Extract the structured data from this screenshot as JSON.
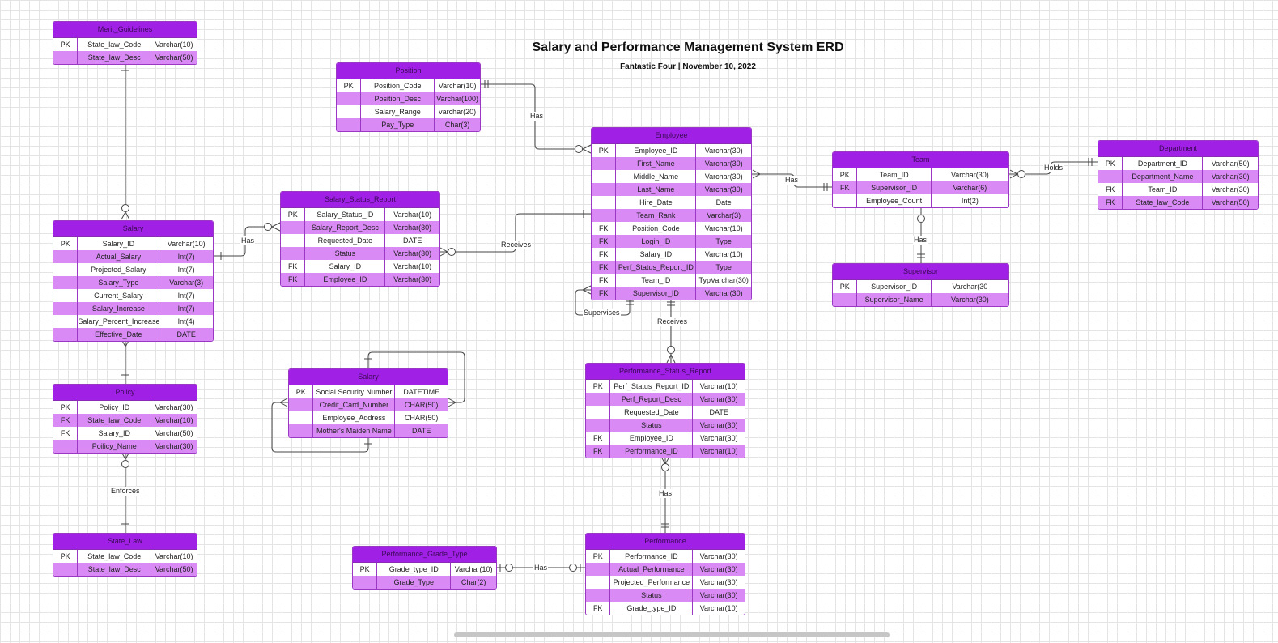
{
  "title": "Salary and Performance Management System ERD",
  "subtitle": "Fantastic Four  |  November 10, 2022",
  "entities": [
    {
      "id": "merit-guidelines",
      "name": "Merit_Guidelines",
      "rows": [
        [
          "PK",
          "State_law_Code",
          "Varchar(10)"
        ],
        [
          "",
          "State_law_Desc",
          "Varchar(50)"
        ]
      ]
    },
    {
      "id": "position",
      "name": "Position",
      "rows": [
        [
          "PK",
          "Position_Code",
          "Varchar(10)"
        ],
        [
          "",
          "Position_Desc",
          "Varchar(100)"
        ],
        [
          "",
          "Salary_Range",
          "varchar(20)"
        ],
        [
          "",
          "Pay_Type",
          "Char(3)"
        ]
      ]
    },
    {
      "id": "employee",
      "name": "Employee",
      "rows": [
        [
          "PK",
          "Employee_ID",
          "Varchar(30)"
        ],
        [
          "",
          "First_Name",
          "Varchar(30)"
        ],
        [
          "",
          "Middle_Name",
          "Varchar(30)"
        ],
        [
          "",
          "Last_Name",
          "Varchar(30)"
        ],
        [
          "",
          "Hire_Date",
          "Date"
        ],
        [
          "",
          "Team_Rank",
          "Varchar(3)"
        ],
        [
          "FK",
          "Position_Code",
          "Varchar(10)"
        ],
        [
          "FK",
          "Login_ID",
          "Type"
        ],
        [
          "FK",
          "Salary_ID",
          "Varchar(10)"
        ],
        [
          "FK",
          "Perf_Status_Report_ID",
          "Type"
        ],
        [
          "FK",
          "Team_ID",
          "TypVarchar(30)"
        ],
        [
          "FK",
          "Supervisor_ID",
          "Varchar(30)"
        ]
      ]
    },
    {
      "id": "team",
      "name": "Team",
      "rows": [
        [
          "PK",
          "Team_ID",
          "Varchar(30)"
        ],
        [
          "FK",
          "Supervisor_ID",
          "Varchar(6)"
        ],
        [
          "",
          "Employee_Count",
          "Int(2)"
        ]
      ]
    },
    {
      "id": "department",
      "name": "Department",
      "rows": [
        [
          "PK",
          "Department_ID",
          "Varchar(50)"
        ],
        [
          "",
          "Department_Name",
          "Varchar(30)"
        ],
        [
          "FK",
          "Team_ID",
          "Varchar(30)"
        ],
        [
          "FK",
          "State_law_Code",
          "Varchar(50)"
        ]
      ]
    },
    {
      "id": "supervisor",
      "name": "Supervisor",
      "rows": [
        [
          "PK",
          "Supervisor_ID",
          "Varchar(30"
        ],
        [
          "",
          "Supervisor_Name",
          "Varchar(30)"
        ]
      ]
    },
    {
      "id": "salary-status-report",
      "name": "Salary_Status_Report",
      "rows": [
        [
          "PK",
          "Salary_Status_ID",
          "Varchar(10)"
        ],
        [
          "",
          "Salary_Report_Desc",
          "Varchar(30)"
        ],
        [
          "",
          "Requested_Date",
          "DATE"
        ],
        [
          "",
          "Status",
          "Varchar(30)"
        ],
        [
          "FK",
          "Salary_ID",
          "Varchar(10)"
        ],
        [
          "FK",
          "Employee_ID",
          "Varchar(30)"
        ]
      ]
    },
    {
      "id": "salary",
      "name": "Salary",
      "rows": [
        [
          "PK",
          "Salary_ID",
          "Varchar(10)"
        ],
        [
          "",
          "Actual_Salary",
          "Int(7)"
        ],
        [
          "",
          "Projected_Salary",
          "Int(7)"
        ],
        [
          "",
          "Salary_Type",
          "Varchar(3)"
        ],
        [
          "",
          "Current_Salary",
          "Int(7)"
        ],
        [
          "",
          "Salary_Increase",
          "Int(7)"
        ],
        [
          "",
          "Salary_Percent_Increase",
          "Int(4)"
        ],
        [
          "",
          "Effective_Date",
          "DATE"
        ]
      ]
    },
    {
      "id": "salary-private",
      "name": "Salary",
      "rows": [
        [
          "PK",
          "Social Security Number",
          "DATETIME"
        ],
        [
          "",
          "Credit_Card_Number",
          "CHAR(50)"
        ],
        [
          "",
          "Employee_Address",
          "CHAR(50)"
        ],
        [
          "",
          "Mother's Maiden Name",
          "DATE"
        ]
      ]
    },
    {
      "id": "policy",
      "name": "Policy",
      "rows": [
        [
          "PK",
          "Policy_ID",
          "Varchar(30)"
        ],
        [
          "FK",
          "State_law_Code",
          "Varchar(10)"
        ],
        [
          "FK",
          "Salary_ID",
          "Varchar(50)"
        ],
        [
          "",
          "Poilicy_Name",
          "Varchar(30)"
        ]
      ]
    },
    {
      "id": "state-law",
      "name": "State_Law",
      "rows": [
        [
          "PK",
          "State_law_Code",
          "Varchar(10)"
        ],
        [
          "",
          "State_law_Desc",
          "Varchar(50)"
        ]
      ]
    },
    {
      "id": "performance-status-report",
      "name": "Performance_Status_Report",
      "rows": [
        [
          "PK",
          "Perf_Status_Report_ID",
          "Varchar(10)"
        ],
        [
          "",
          "Perf_Report_Desc",
          "Varchar(30)"
        ],
        [
          "",
          "Requested_Date",
          "DATE"
        ],
        [
          "",
          "Status",
          "Varchar(30)"
        ],
        [
          "FK",
          "Employee_ID",
          "Varchar(30)"
        ],
        [
          "FK",
          "Performance_ID",
          "Varchar(10)"
        ]
      ]
    },
    {
      "id": "performance",
      "name": "Performance",
      "rows": [
        [
          "PK",
          "Performance_ID",
          "Varchar(30)"
        ],
        [
          "",
          "Actual_Performance",
          "Varchar(30)"
        ],
        [
          "",
          "Projected_Performance",
          "Varchar(30)"
        ],
        [
          "",
          "Status",
          "Varchar(30)"
        ],
        [
          "FK",
          "Grade_type_ID",
          "Varchar(10)"
        ]
      ]
    },
    {
      "id": "performance-grade-type",
      "name": "Performance_Grade_Type",
      "rows": [
        [
          "PK",
          "Grade_type_ID",
          "Varchar(10)"
        ],
        [
          "",
          "Grade_Type",
          "Char(2)"
        ]
      ]
    }
  ],
  "relationships": {
    "position_employee": "Has",
    "employee_team": "Has",
    "team_department": "Holds",
    "team_supervisor": "Has",
    "salary_status_report": "Has",
    "employee_status_report": "Receives",
    "employee_self": "Supervises",
    "employee_perf_report": "Receives",
    "perf_report_performance": "Has",
    "grade_type_performance": "Has",
    "policy_state_law": "Enforces"
  },
  "colors": {
    "header": "#a020e6",
    "alt_row": "#d98af5",
    "border": "#9a38c4",
    "line": "#333333"
  }
}
